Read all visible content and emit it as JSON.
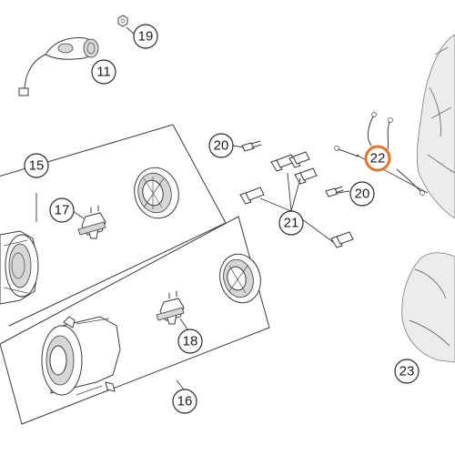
{
  "callouts": [
    {
      "id": "19",
      "label": "19"
    },
    {
      "id": "11",
      "label": "11"
    },
    {
      "id": "15",
      "label": "15"
    },
    {
      "id": "17",
      "label": "17"
    },
    {
      "id": "20a",
      "label": "20"
    },
    {
      "id": "20b",
      "label": "20"
    },
    {
      "id": "21",
      "label": "21"
    },
    {
      "id": "22",
      "label": "22",
      "highlighted": true
    },
    {
      "id": "18",
      "label": "18"
    },
    {
      "id": "16",
      "label": "16"
    },
    {
      "id": "23",
      "label": "23"
    }
  ],
  "colors": {
    "highlight": "#e8732a",
    "line": "#3a3a3a",
    "background": "#ffffff"
  }
}
